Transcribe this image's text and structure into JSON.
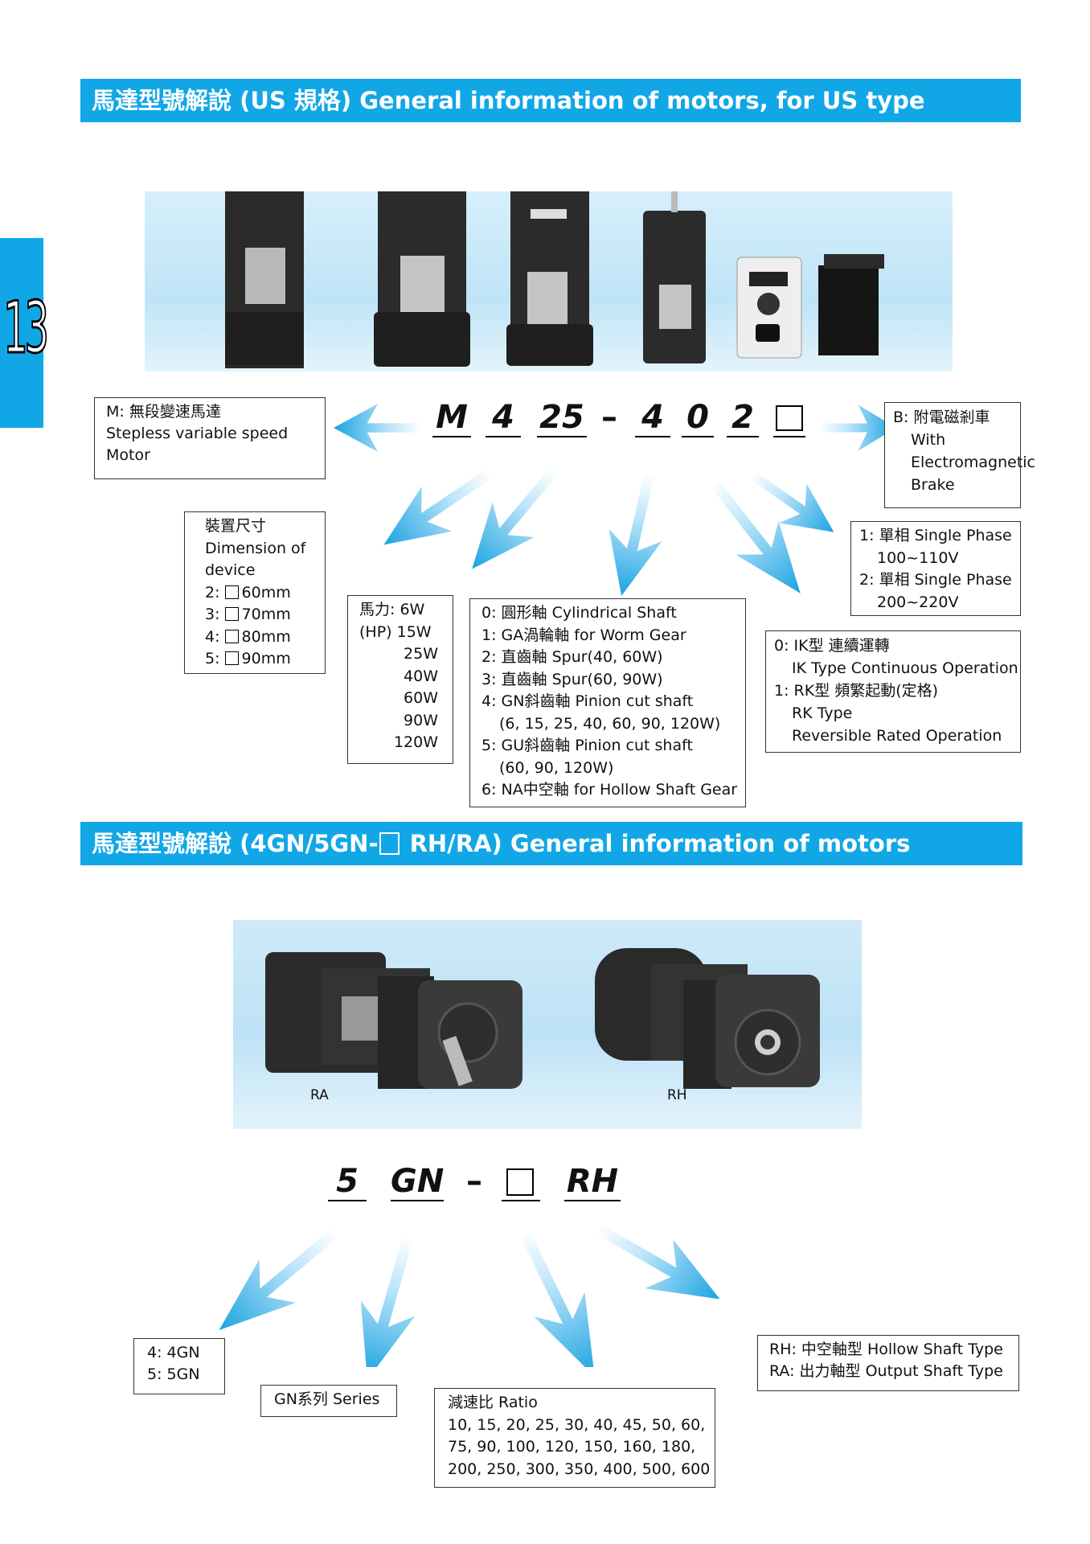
{
  "banner1": {
    "title": "馬達型號解說 (US 規格) General information of motors,  for US type"
  },
  "side_tab": {
    "number": "13"
  },
  "code1": {
    "m": "M",
    "d1": "4",
    "d2": "25",
    "dash": "–",
    "d3": "4",
    "d4": "0",
    "d5": "2"
  },
  "box_m": {
    "lines": [
      "M: 無段變速馬達",
      "Stepless variable speed",
      "Motor"
    ]
  },
  "box_brake": {
    "lines": [
      "B: 附電磁剎車",
      "With",
      "Electromagnetic",
      "Brake"
    ]
  },
  "box_dim": {
    "lines": [
      "裝置尺寸",
      "Dimension of",
      "device"
    ],
    "sizes": [
      "2:",
      "60mm",
      "3:",
      "70mm",
      "4:",
      "80mm",
      "5:",
      "90mm"
    ]
  },
  "box_hp": {
    "lines": [
      "馬力:  6W",
      "(HP)  15W",
      "25W",
      "40W",
      "60W",
      "90W",
      "120W"
    ]
  },
  "box_shaft": {
    "lines": [
      "0: 圓形軸 Cylindrical Shaft",
      "1: GA渦輪軸 for Worm Gear",
      "2: 直齒軸 Spur(40, 60W)",
      "3: 直齒軸 Spur(60, 90W)",
      "4: GN斜齒軸 Pinion cut shaft",
      "(6, 15, 25, 40, 60, 90, 120W)",
      "5: GU斜齒軸 Pinion cut shaft",
      "(60, 90, 120W)",
      "6: NA中空軸 for Hollow Shaft Gear"
    ]
  },
  "box_phase": {
    "lines": [
      "1: 單相 Single Phase",
      "100~110V",
      "2: 單相 Single Phase",
      "200~220V"
    ]
  },
  "box_type": {
    "lines": [
      "0: IK型 連續運轉",
      "IK Type Continuous Operation",
      "1: RK型 頻繁起動(定格)",
      "RK Type",
      "Reversible Rated Operation"
    ]
  },
  "banner2": {
    "pre": "馬達型號解說 (4GN/5GN-",
    "post": " RH/RA) General information of motors"
  },
  "photo2": {
    "label_ra": "RA",
    "label_rh": "RH"
  },
  "code2": {
    "c1": "5",
    "c2": "GN",
    "dash": "–",
    "c4": "RH"
  },
  "box_gn": {
    "lines": [
      "4: 4GN",
      "5: 5GN"
    ]
  },
  "box_series": {
    "lines": [
      "GN系列 Series"
    ]
  },
  "box_ratio": {
    "lines": [
      "減速比 Ratio",
      "10, 15, 20, 25, 30, 40, 45, 50, 60,",
      "75, 90, 100, 120, 150, 160, 180,",
      "200, 250, 300, 350, 400, 500, 600"
    ]
  },
  "box_rhra": {
    "lines": [
      "RH: 中空軸型 Hollow Shaft Type",
      "RA: 出力軸型 Output Shaft Type"
    ]
  },
  "colors": {
    "accent": "#11a7e6",
    "arrow_light": "#bfe6fa",
    "arrow_dark": "#1aa3e0"
  }
}
